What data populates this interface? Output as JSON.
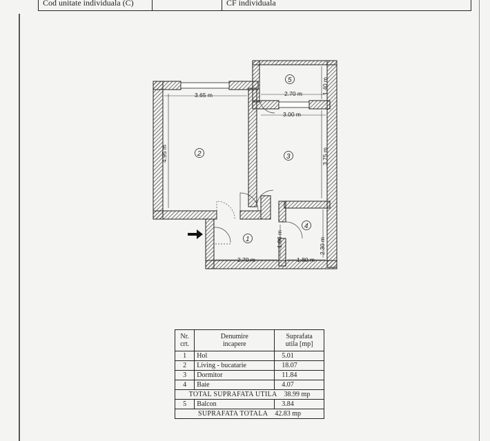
{
  "header": {
    "cell1": "Cod unitate individuala (C)",
    "cell2": "",
    "cell3": "CF individuala"
  },
  "plan": {
    "rooms": [
      {
        "id": "1",
        "label": "1"
      },
      {
        "id": "2",
        "label": "2"
      },
      {
        "id": "3",
        "label": "3"
      },
      {
        "id": "4",
        "label": "4"
      },
      {
        "id": "5",
        "label": "5"
      }
    ],
    "dimensions": {
      "d_365": "3.65 m",
      "d_495": "4.95 m",
      "d_270_top": "2.70 m",
      "d_140": "1.40 m",
      "d_300": "3.00 m",
      "d_375": "3.75 m",
      "d_230": "2.30 m",
      "d_190": "1.90 m",
      "d_270_bottom": "2.70 m",
      "d_180": "1.80 m"
    }
  },
  "table": {
    "headers": {
      "nr": "Nr.\ncrt.",
      "name": "Denumire\nincapere",
      "area": "Suprafata\nutila [mp]"
    },
    "rows": [
      {
        "nr": "1",
        "name": "Hol",
        "area": "5.01"
      },
      {
        "nr": "2",
        "name": "Living - bucatarie",
        "area": "18.07"
      },
      {
        "nr": "3",
        "name": "Dormitor",
        "area": "11.84"
      },
      {
        "nr": "4",
        "name": "Baie",
        "area": "4.07"
      }
    ],
    "total_utila_label": "TOTAL SUPRAFATA UTILA",
    "total_utila_value": "38.99 mp",
    "balcon": {
      "nr": "5",
      "name": "Balcon",
      "area": "3.84"
    },
    "total_label": "SUPRAFATA TOTALA",
    "total_value": "42.83 mp"
  }
}
